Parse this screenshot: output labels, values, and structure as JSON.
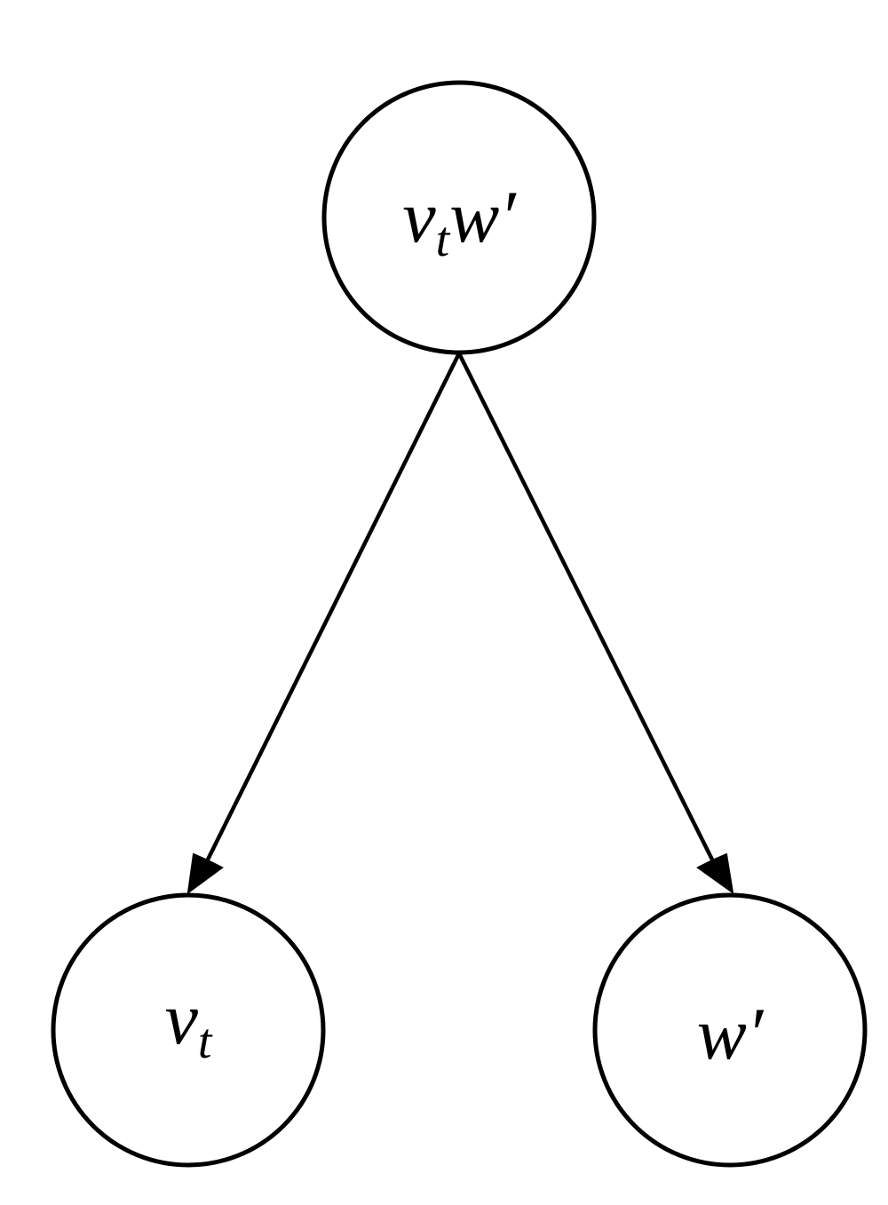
{
  "nodes": {
    "root": {
      "base": "v",
      "sub": "t",
      "rest": "w′"
    },
    "left": {
      "base": "v",
      "sub": "t",
      "rest": ""
    },
    "right": {
      "base": "w′",
      "sub": "",
      "rest": ""
    }
  },
  "edges": [
    {
      "from": "root",
      "to": "left"
    },
    {
      "from": "root",
      "to": "right"
    }
  ]
}
